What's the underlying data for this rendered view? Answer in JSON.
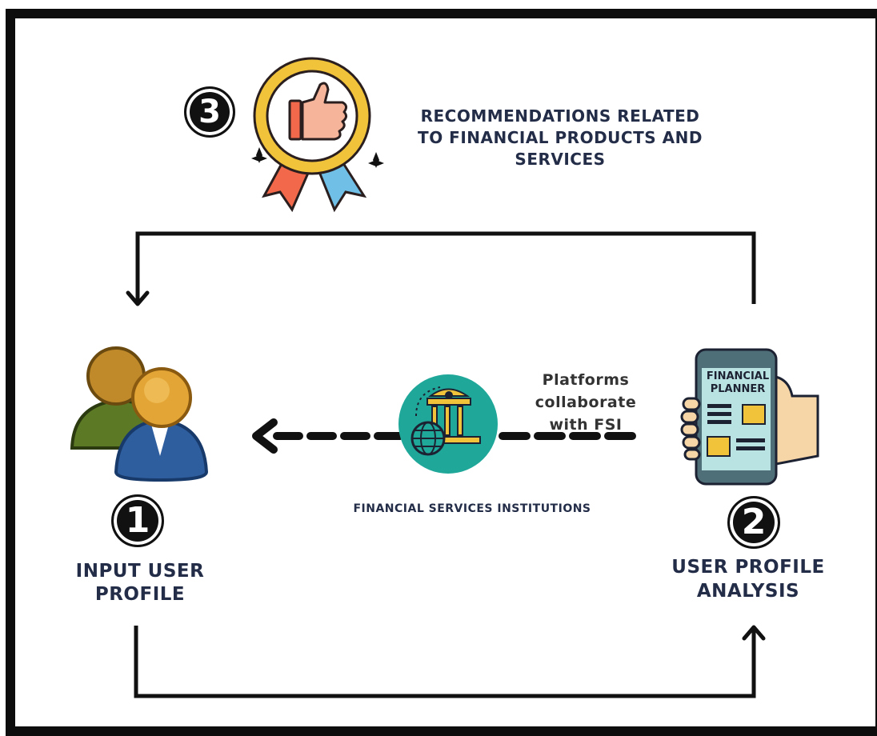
{
  "steps": {
    "step1": {
      "number": "1",
      "label_line1": "INPUT USER",
      "label_line2": "PROFILE"
    },
    "step2": {
      "number": "2",
      "label_line1": "USER PROFILE",
      "label_line2": "ANALYSIS"
    },
    "step3": {
      "number": "3",
      "label_line1": "RECOMMENDATIONS RELATED",
      "label_line2": "TO FINANCIAL PRODUCTS AND",
      "label_line3": "SERVICES"
    }
  },
  "phone": {
    "line1": "FINANCIAL",
    "line2": "PLANNER"
  },
  "institution": {
    "label": "FINANCIAL SERVICES INSTITUTIONS"
  },
  "collaboration": {
    "line1": "Platforms collaborate",
    "line2": "with FSI"
  },
  "colors": {
    "text_dark": "#232d48",
    "frame": "#0d0d0d",
    "bank_circle": "#1fa89a",
    "medal_ring": "#f0c33a",
    "ribbon_left": "#f2684a",
    "ribbon_right": "#6fbfe6",
    "phone_body": "#4f6f78",
    "phone_screen": "#b9e2e2",
    "hand": "#f6d5a6",
    "user_back": "#5c7a25",
    "user_front": "#2f5e9f",
    "head": "#e3a535"
  },
  "icons": [
    "award-medal-icon",
    "users-icon",
    "bank-globe-icon",
    "financial-planner-phone-icon"
  ]
}
